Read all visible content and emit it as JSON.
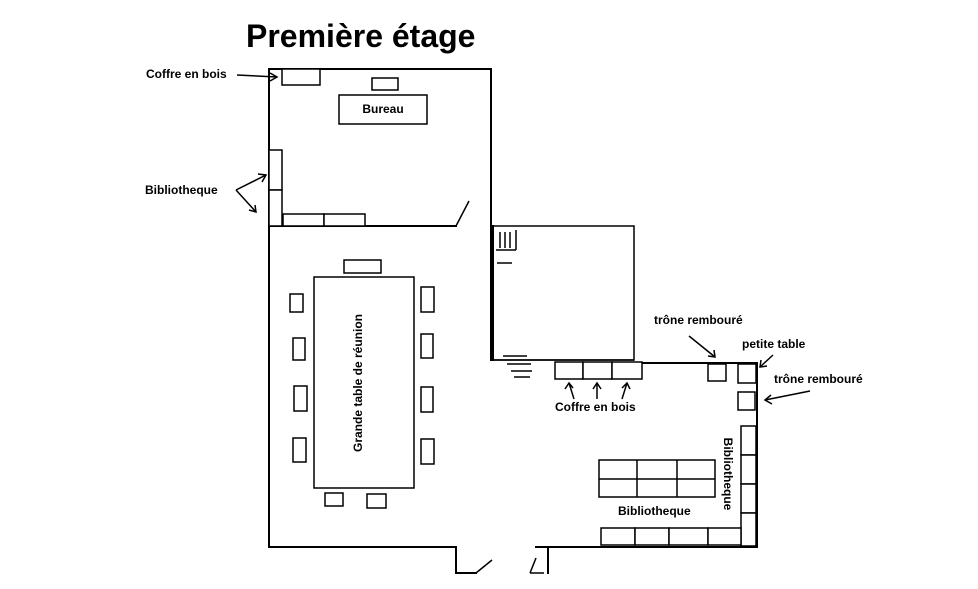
{
  "title": "Première étage",
  "labels": {
    "coffre_top": "Coffre en bois",
    "bibliotheque_left": "Bibliotheque",
    "bureau": "Bureau",
    "grande_table": "Grande table de réunion",
    "trone_1": "trône rembouré",
    "petite_table": "petite table",
    "trone_2": "trône rembouré",
    "coffre_bottom": "Coffre en bois",
    "bibliotheque_vertical": "Bibliotheque",
    "bibliotheque_bottom": "Bibliotheque"
  },
  "colors": {
    "ink": "#000000",
    "background": "#ffffff"
  }
}
